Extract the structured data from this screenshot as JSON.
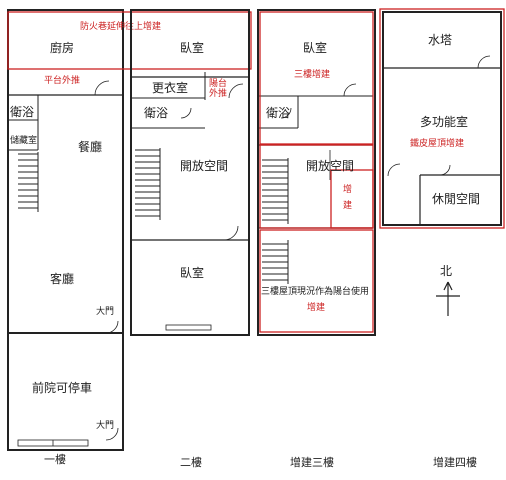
{
  "floor1": {
    "kitchen": "廚房",
    "bath": "衛浴",
    "storage": "儲藏室",
    "dining": "餐廳",
    "living": "客廳",
    "main_door": "大門",
    "front_yard": "前院可停車",
    "gate": "大門",
    "title": "一樓"
  },
  "floor2": {
    "bedroom_front": "臥室",
    "closet": "更衣室",
    "balcony": "陽台外推",
    "bath": "衛浴",
    "open_space": "開放空間",
    "bedroom_back": "臥室",
    "title": "二樓"
  },
  "floor3": {
    "bedroom": "臥室",
    "bath": "衛浴",
    "open_space": "開放空間",
    "addition": "增建",
    "title": "增建三樓"
  },
  "floor4": {
    "water_tower": "水塔",
    "multi_room": "多功能室",
    "leisure": "休閒空間",
    "title": "增建四樓"
  },
  "annotations": {
    "fire_lane": "防火巷延伸往上增建",
    "platform": "平台外推",
    "third_floor_addition": "三樓增建",
    "roof_note": "三樓屋頂現況作為陽台使用",
    "roof_note_addition": "增建",
    "steel_roof": "鐵皮屋頂增建"
  },
  "north": "北",
  "colors": {
    "wall": "#222222",
    "annotation_red": "#cc2222",
    "stair": "#222222"
  }
}
